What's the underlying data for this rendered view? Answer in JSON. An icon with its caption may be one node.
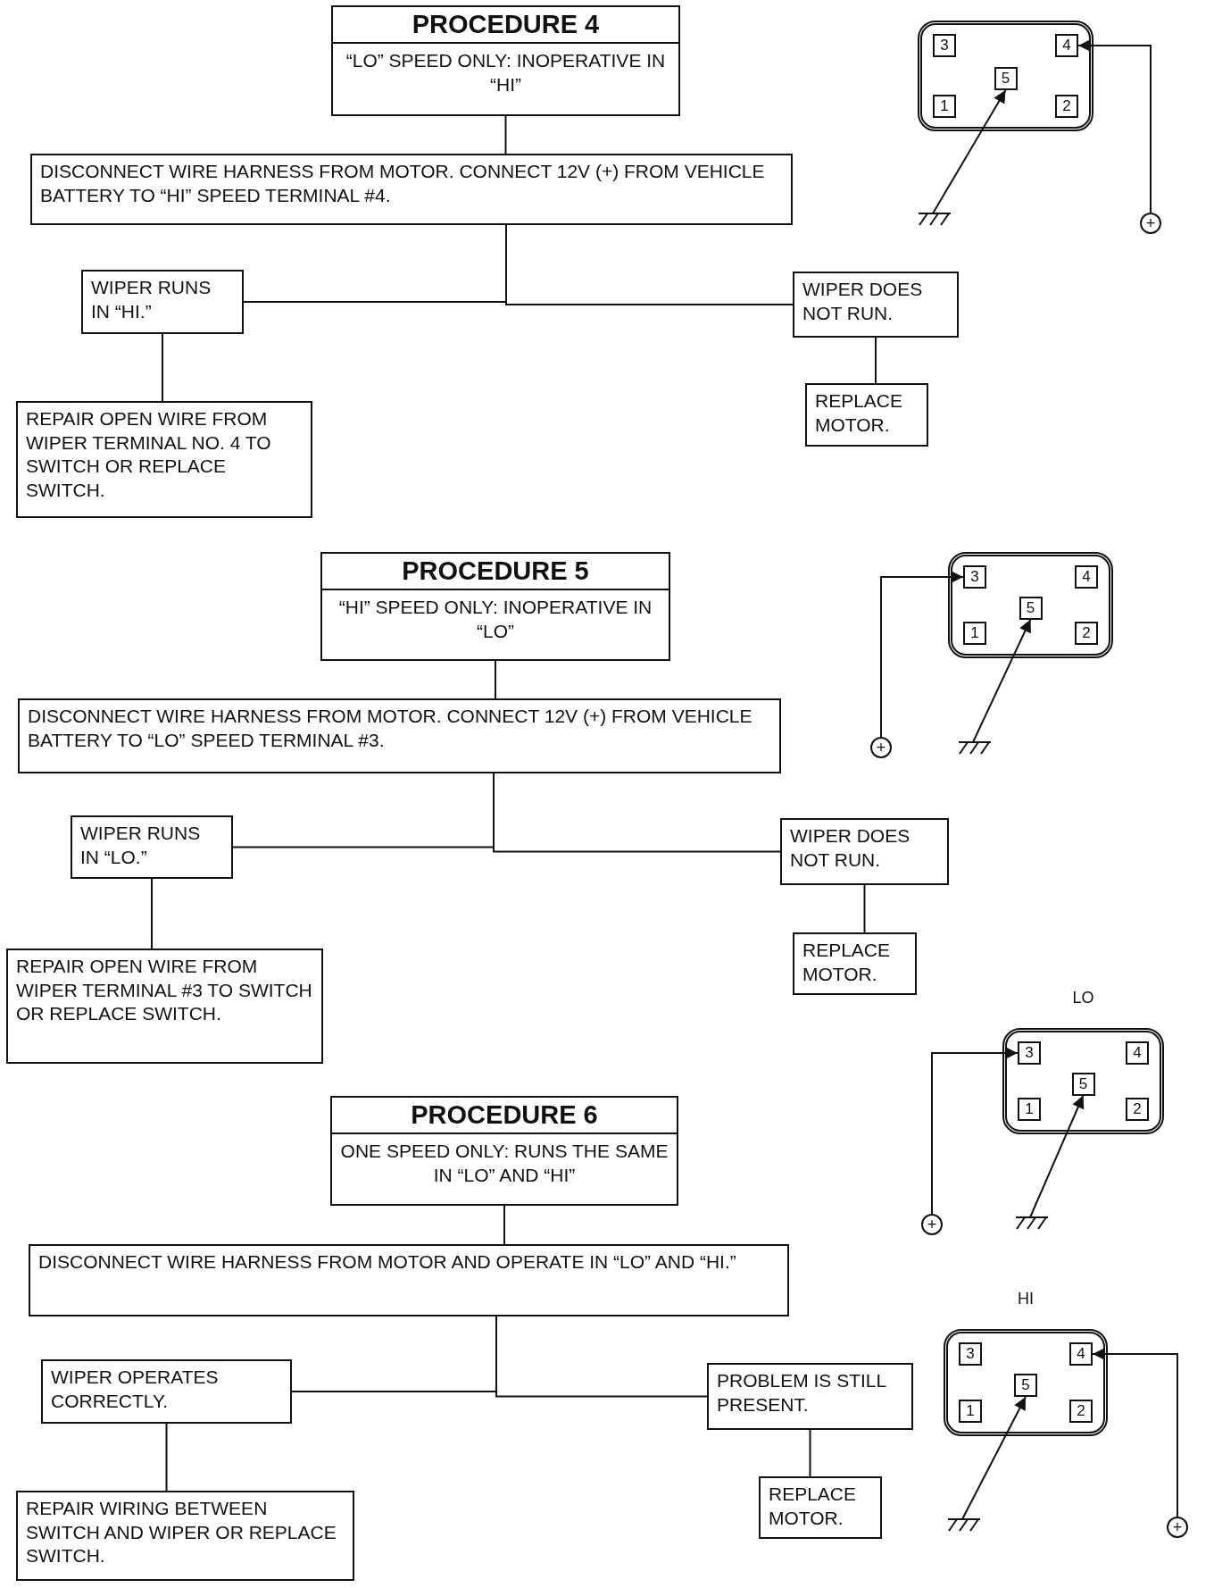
{
  "diagram": {
    "nodes": [
      {
        "text": [
          "PROCEDURE 4",
          "“LO” SPEED ONLY: INOPERATIVE IN “HI”"
        ]
      },
      {
        "text": [
          "DISCONNECT WIRE HARNESS FROM MOTOR. CONNECT 12V (+) FROM VEHICLE BATTERY TO “HI” SPEED TERMINAL #4."
        ]
      },
      {
        "text": [
          "WIPER RUNS IN “HI.”"
        ]
      },
      {
        "text": [
          "WIPER DOES NOT RUN."
        ]
      },
      {
        "text": [
          "REPAIR OPEN WIRE FROM WIPER TERMINAL NO. 4 TO SWITCH OR REPLACE SWITCH."
        ]
      },
      {
        "text": [
          "REPLACE MOTOR."
        ]
      },
      {
        "text": [],
        "shape": "box"
      },
      {
        "text": [
          "3"
        ],
        "in": 6
      },
      {
        "text": [
          "4"
        ],
        "in": 6
      },
      {
        "text": [
          "5"
        ],
        "in": 6
      },
      {
        "text": [
          "1"
        ],
        "in": 6
      },
      {
        "text": [
          "2"
        ],
        "in": 6
      },
      {
        "text": [],
        "shape": "ground"
      },
      {
        "text": [
          "+"
        ]
      },
      {
        "text": [
          "PROCEDURE 5",
          "“HI” SPEED ONLY: INOPERATIVE IN “LO”"
        ]
      },
      {
        "text": [
          "DISCONNECT WIRE HARNESS FROM MOTOR. CONNECT 12V (+) FROM VEHICLE BATTERY TO “LO” SPEED TERMINAL #3."
        ]
      },
      {
        "text": [
          "WIPER RUNS IN “LO.”"
        ]
      },
      {
        "text": [
          "WIPER DOES NOT RUN."
        ]
      },
      {
        "text": [
          "REPAIR OPEN WIRE FROM WIPER TERMINAL #3 TO SWITCH OR REPLACE SWITCH."
        ]
      },
      {
        "text": [
          "REPLACE MOTOR."
        ]
      },
      {
        "text": [],
        "shape": "box"
      },
      {
        "text": [
          "3"
        ],
        "in": 20
      },
      {
        "text": [
          "4"
        ],
        "in": 20
      },
      {
        "text": [
          "5"
        ],
        "in": 20
      },
      {
        "text": [
          "1"
        ],
        "in": 20
      },
      {
        "text": [
          "2"
        ],
        "in": 20
      },
      {
        "text": [
          "+"
        ]
      },
      {
        "text": [],
        "shape": "ground"
      },
      {
        "text": [
          "PROCEDURE 6",
          "ONE SPEED ONLY:  RUNS THE SAME IN “LO” AND “HI”"
        ]
      },
      {
        "text": [
          "DISCONNECT WIRE HARNESS FROM MOTOR AND OPERATE IN “LO” AND “HI.”"
        ]
      },
      {
        "text": [
          "WIPER OPERATES CORRECTLY."
        ]
      },
      {
        "text": [
          "PROBLEM IS STILL PRESENT."
        ]
      },
      {
        "text": [
          "REPAIR WIRING BETWEEN SWITCH AND WIPER OR REPLACE SWITCH."
        ]
      },
      {
        "text": [
          "REPLACE MOTOR."
        ]
      },
      {
        "text": [],
        "shape": "box",
        "beside": [
          "LO"
        ]
      },
      {
        "text": [
          "3"
        ],
        "in": 34
      },
      {
        "text": [
          "4"
        ],
        "in": 34
      },
      {
        "text": [
          "5"
        ],
        "in": 34
      },
      {
        "text": [
          "1"
        ],
        "in": 34
      },
      {
        "text": [
          "2"
        ],
        "in": 34
      },
      {
        "text": [
          "+"
        ]
      },
      {
        "text": [],
        "shape": "ground"
      },
      {
        "text": [],
        "shape": "box",
        "beside": [
          "HI"
        ]
      },
      {
        "text": [
          "3"
        ],
        "in": 42
      },
      {
        "text": [
          "4"
        ],
        "in": 42
      },
      {
        "text": [
          "5"
        ],
        "in": 42
      },
      {
        "text": [
          "1"
        ],
        "in": 42
      },
      {
        "text": [
          "2"
        ],
        "in": 42
      },
      {
        "text": [],
        "shape": "ground"
      },
      {
        "text": [
          "+"
        ]
      }
    ],
    "edges": [
      {
        "from": 0,
        "to": 1,
        "arrow": "none"
      },
      {
        "from": 1,
        "to": 2,
        "arrow": "none"
      },
      {
        "from": 1,
        "to": 3,
        "arrow": "none"
      },
      {
        "from": 2,
        "to": 4,
        "arrow": "none"
      },
      {
        "from": 3,
        "to": 5,
        "arrow": "none"
      },
      {
        "from": 12,
        "to": 9,
        "arrow": "to"
      },
      {
        "from": 13,
        "to": 8,
        "arrow": "to"
      },
      {
        "from": 14,
        "to": 15,
        "arrow": "none"
      },
      {
        "from": 15,
        "to": 16,
        "arrow": "none"
      },
      {
        "from": 15,
        "to": 17,
        "arrow": "none"
      },
      {
        "from": 16,
        "to": 18,
        "arrow": "none"
      },
      {
        "from": 17,
        "to": 19,
        "arrow": "none"
      },
      {
        "from": 26,
        "to": 21,
        "arrow": "to"
      },
      {
        "from": 27,
        "to": 23,
        "arrow": "to"
      },
      {
        "from": 28,
        "to": 29,
        "arrow": "none"
      },
      {
        "from": 29,
        "to": 30,
        "arrow": "none"
      },
      {
        "from": 29,
        "to": 31,
        "arrow": "none"
      },
      {
        "from": 30,
        "to": 32,
        "arrow": "none"
      },
      {
        "from": 31,
        "to": 33,
        "arrow": "none"
      },
      {
        "from": 40,
        "to": 35,
        "arrow": "to"
      },
      {
        "from": 41,
        "to": 37,
        "arrow": "to"
      },
      {
        "from": 48,
        "to": 45,
        "arrow": "to"
      },
      {
        "from": 49,
        "to": 44,
        "arrow": "to"
      }
    ]
  }
}
